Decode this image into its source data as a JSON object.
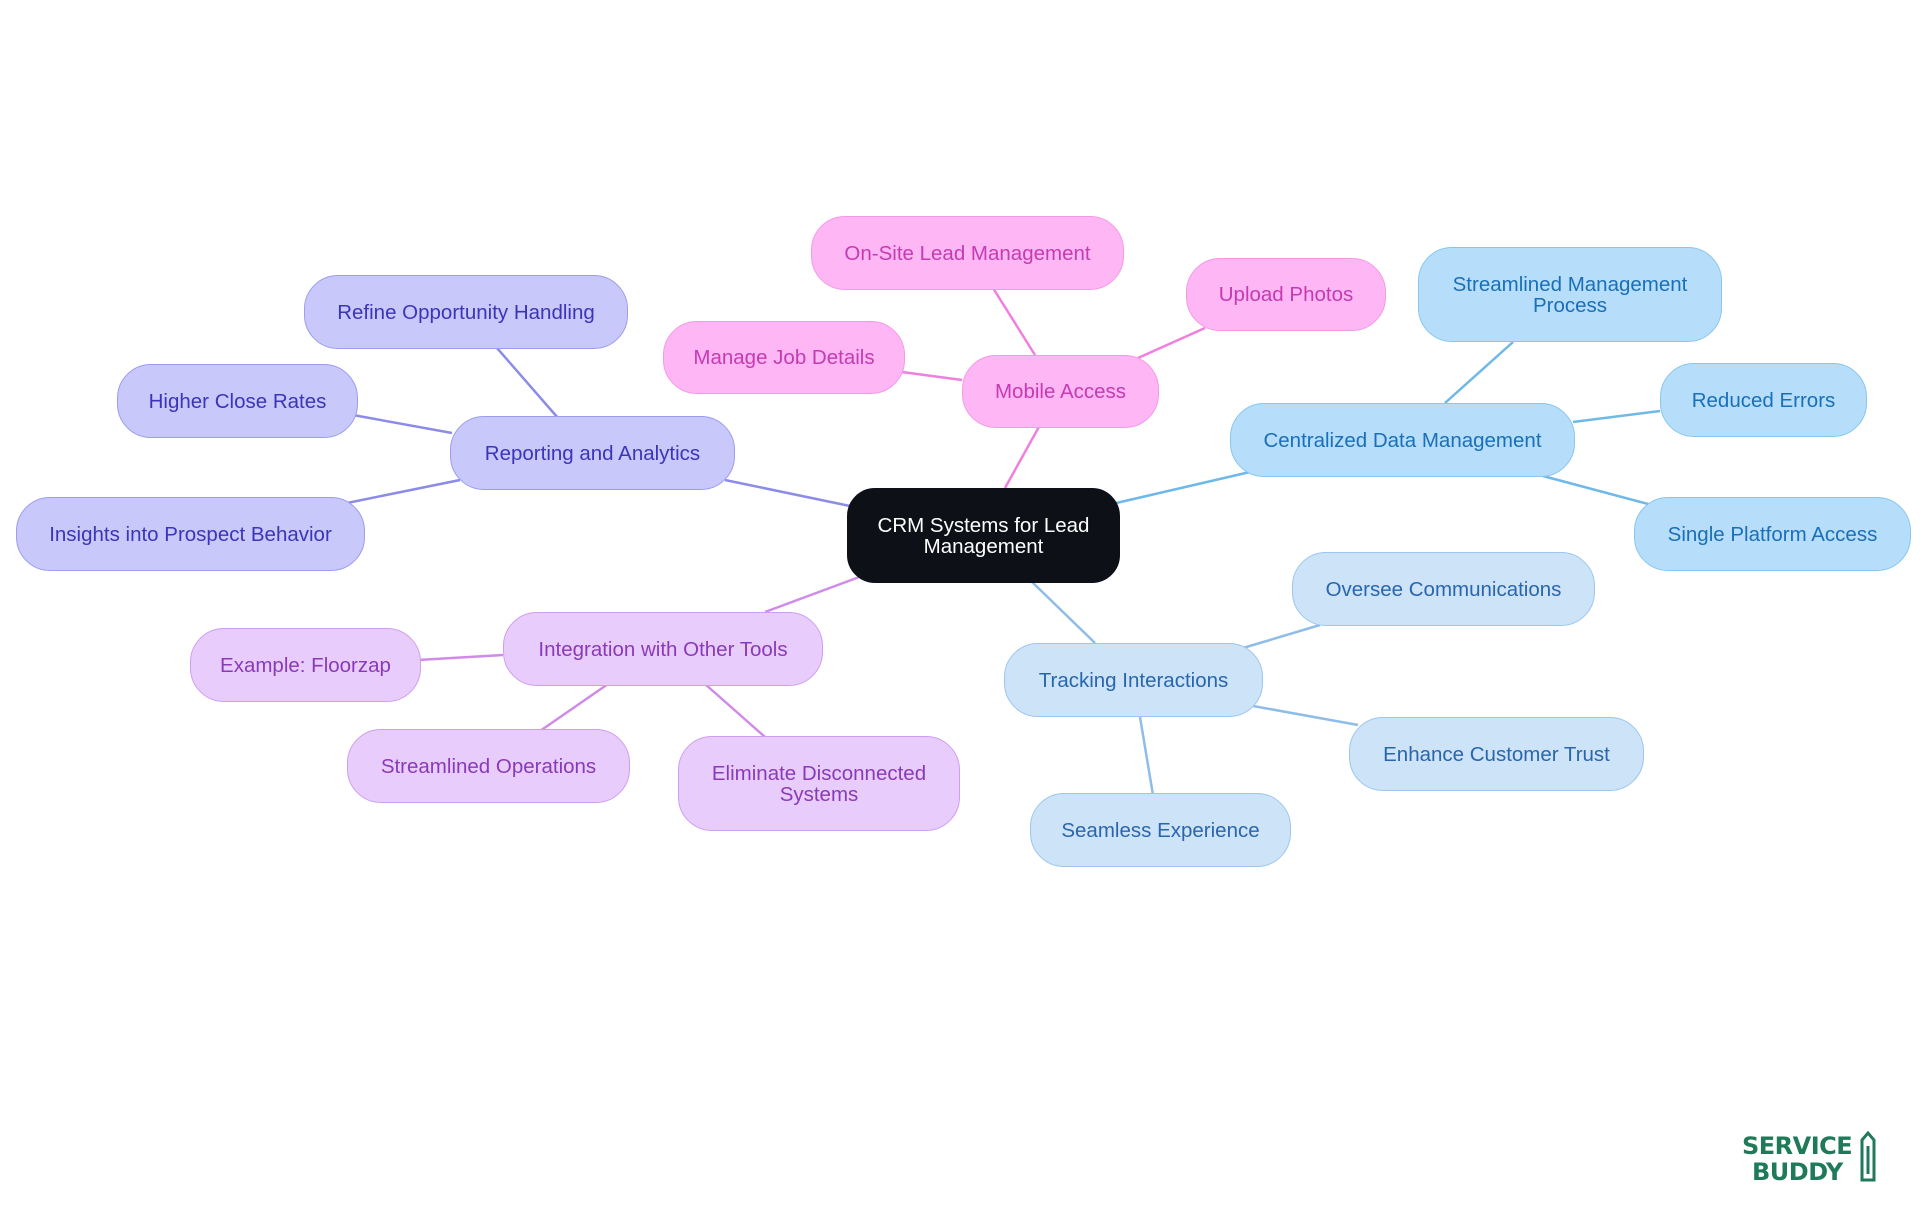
{
  "root": {
    "label": "CRM Systems for Lead\nManagement"
  },
  "branches": {
    "mobile": {
      "label": "Mobile Access",
      "children": [
        "On-Site Lead Management",
        "Upload Photos",
        "Manage Job Details"
      ],
      "colors": {
        "fill": "#ffb6f4",
        "line": "#f07fe0",
        "text": "#c43bb2"
      }
    },
    "centralized": {
      "label": "Centralized Data Management",
      "children": [
        "Streamlined Management\nProcess",
        "Reduced Errors",
        "Single Platform Access"
      ],
      "colors": {
        "fill": "#b6defb",
        "line": "#6fb8e8",
        "text": "#1a6fb8"
      }
    },
    "tracking": {
      "label": "Tracking Interactions",
      "children": [
        "Oversee Communications",
        "Enhance Customer Trust",
        "Seamless Experience"
      ],
      "colors": {
        "fill": "#cde3f8",
        "line": "#8fbde8",
        "text": "#2a66ad"
      }
    },
    "reporting": {
      "label": "Reporting and Analytics",
      "children": [
        "Refine Opportunity Handling",
        "Higher Close Rates",
        "Insights into Prospect Behavior"
      ],
      "colors": {
        "fill": "#c8c8fb",
        "line": "#8c8ce8",
        "text": "#3b35b8"
      }
    },
    "integration": {
      "label": "Integration with Other Tools",
      "children": [
        "Example: Floorzap",
        "Streamlined Operations",
        "Eliminate Disconnected\nSystems"
      ],
      "colors": {
        "fill": "#e8ccfb",
        "line": "#d08ae8",
        "text": "#8a3ab9"
      }
    }
  },
  "logo": {
    "line1": "SERVICE",
    "line2": "BUDDY",
    "color": "#1f7a5a"
  }
}
